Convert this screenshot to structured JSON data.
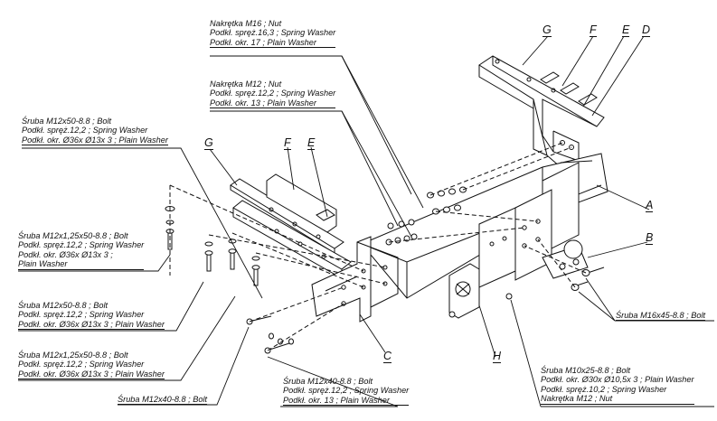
{
  "callouts": {
    "top_nut_m16": [
      "Nakrętka  M16 ; Nut",
      "Podkł. spręż.16,3 ; Spring Washer",
      "Podkł. okr. 17 ; Plain Washer"
    ],
    "mid_nut_m12": [
      "Nakrętka  M12 ; Nut",
      "Podkł. spręż.12,2 ; Spring Washer",
      "Podkł. okr. 13 ; Plain Washer"
    ],
    "bolt_m12x50_top": [
      "Śruba M12x50-8.8 ;  Bolt",
      "Podkł. spręż.12,2 ; Spring Washer",
      "Podkł. okr.  Ø36x Ø13x 3 ; Plain Washer"
    ],
    "bolt_m12x125x50": [
      "Śruba M12x1,25x50-8.8 ;  Bolt",
      "Podkł. spręż.12,2 ; Spring Washer",
      "Podkł. okr.  Ø36x Ø13x 3 ;",
      "Plain Washer"
    ],
    "bolt_m12x50_mid": [
      "Śruba M12x50-8.8 ;  Bolt",
      "Podkł. spręż.12,2 ; Spring Washer",
      "Podkł. okr.  Ø36x Ø13x 3 ; Plain Washer"
    ],
    "bolt_m12x125x50_low": [
      "Śruba M12x1,25x50-8.8 ;  Bolt",
      "Podkł. spręż.12,2 ; Spring Washer",
      "Podkł. okr.  Ø36x Ø13x 3 ; Plain Washer"
    ],
    "bolt_m12x40_short": [
      "Śruba M12x40-8.8 ;  Bolt"
    ],
    "bolt_m12x40_bottom": [
      "Śruba M12x40-8.8 ;  Bolt",
      "Podkł. spręż.12,2 ; Spring Washer",
      "Podkł. okr. 13 ; Plain Washer"
    ],
    "bolt_m16x45": [
      "Śruba M16x45-8.8 ;  Bolt"
    ],
    "bolt_m10x25": [
      "Śruba M10x25-8.8 ;  Bolt",
      "Podkł. okr.  Ø30x Ø10,5x 3 ; Plain Washer",
      "Podkł. spręż.10,2 ; Spring Washer",
      "Nakrętka  M12 ; Nut"
    ]
  },
  "part_letters": {
    "G_right": "G",
    "F_right": "F",
    "E_right": "E",
    "D_right": "D",
    "G_left": "G",
    "F_left": "F",
    "E_left": "E",
    "A": "A",
    "B": "B",
    "C": "C",
    "H": "H"
  }
}
